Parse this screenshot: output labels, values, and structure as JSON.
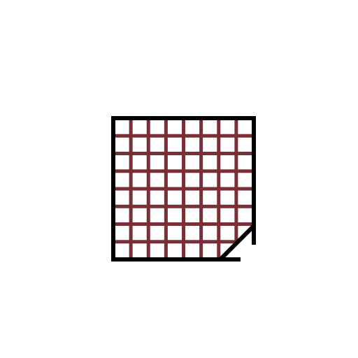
{
  "icon": {
    "name": "grid-paper-folded-corner-icon",
    "outline_color": "#000000",
    "grid_color": "#7a2e36",
    "background_color": "#ffffff",
    "grid_cells_across": 8,
    "grid_cells_down": 8,
    "corner": "bottom-right-folded"
  }
}
